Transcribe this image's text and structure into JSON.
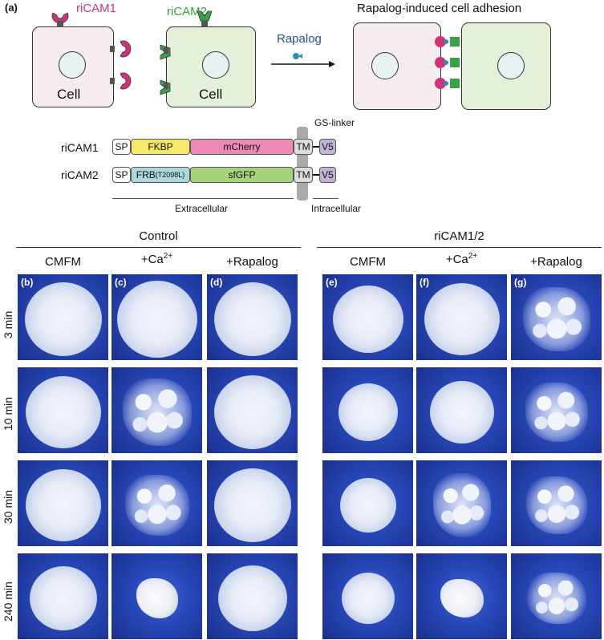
{
  "panel_a": {
    "label": "(a)",
    "ricam1_label": "riCAM1",
    "ricam2_label": "riCAM2",
    "adhesion_title": "Rapalog-induced cell adhesion",
    "rapalog_label": "Rapalog",
    "cell_label": "Cell",
    "gs_linker": "GS-linker",
    "constructs": [
      {
        "name": "riCAM1",
        "sp": "SP",
        "anchor": "FKBP",
        "fp": "mCherry",
        "tm": "TM",
        "tag": "V5"
      },
      {
        "name": "riCAM2",
        "sp": "SP",
        "anchor": "FRB",
        "anchor_sub": "(T2098L)",
        "fp": "sfGFP",
        "tm": "TM",
        "tag": "V5"
      }
    ],
    "extracellular": "Extracellular",
    "intracellular": "Intracellular",
    "colors": {
      "pink": "#d1317c",
      "green": "#3aa045",
      "fkbp": "#f7e86a",
      "mcherry": "#ee88b8",
      "frb": "#a9d8dd",
      "sfgfp": "#a5d37a",
      "v5": "#c6b2d8",
      "rapalog": "#2a8fb0"
    }
  },
  "groups": {
    "control": "Control",
    "ricam": "riCAM1/2"
  },
  "columns": [
    "CMFM",
    "+Ca",
    "+Rapalog",
    "CMFM",
    "+Ca",
    "+Rapalog"
  ],
  "ca_superscript": "2+",
  "rows": [
    "3 min",
    "10 min",
    "30 min",
    "240 min"
  ],
  "panel_letters": [
    "(b)",
    "(c)",
    "(d)",
    "(e)",
    "(f)",
    "(g)"
  ]
}
